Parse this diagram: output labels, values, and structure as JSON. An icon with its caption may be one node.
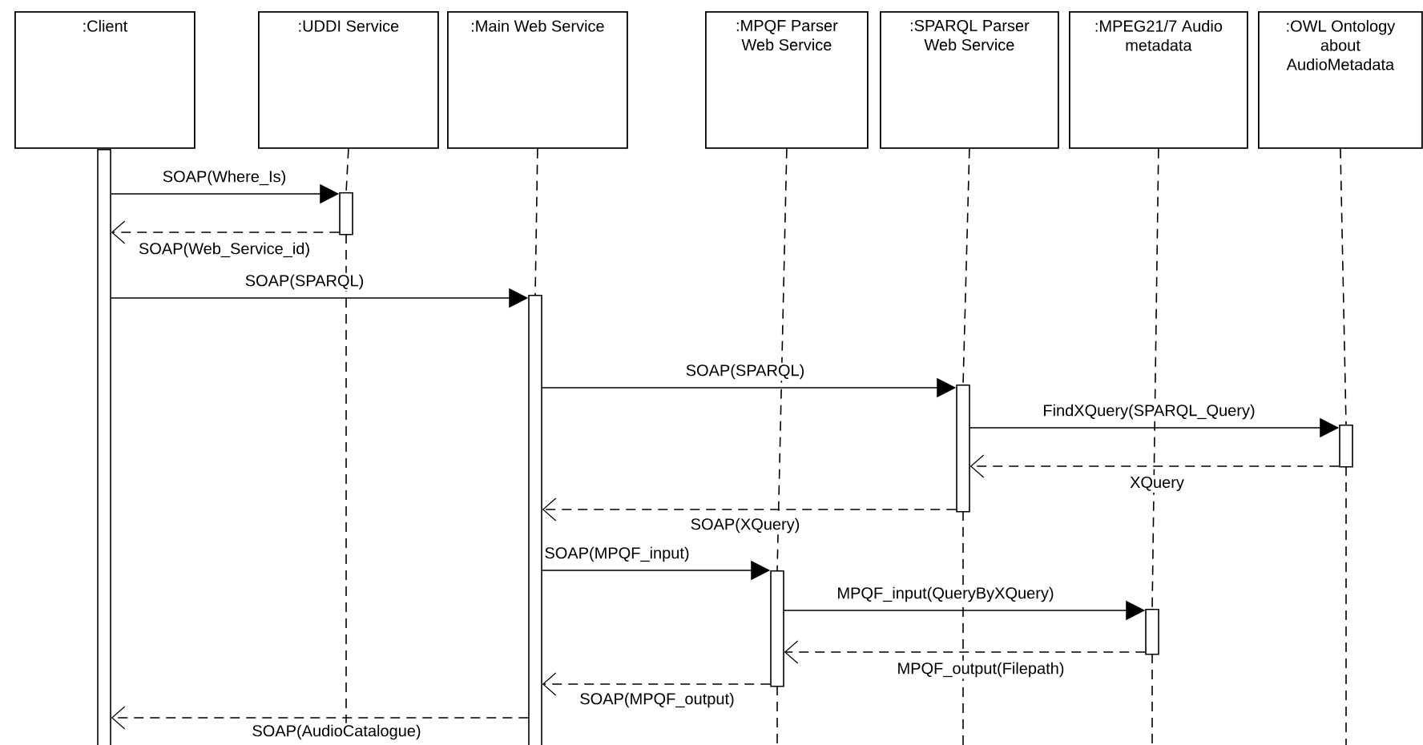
{
  "diagram": {
    "nodes": [
      {
        "text": [
          ":Client"
        ]
      },
      {
        "text": [
          ":UDDI Service"
        ]
      },
      {
        "text": [
          ":Main Web Service"
        ]
      },
      {
        "text": [
          ":MPQF Parser Web Service"
        ]
      },
      {
        "text": [
          ":SPARQL Parser Web Service"
        ]
      },
      {
        "text": [
          ":MPEG21/7 Audio metadata"
        ]
      },
      {
        "text": [
          ":OWL Ontology about AudioMetadata"
        ]
      },
      {
        "text": [],
        "shape": "bar"
      },
      {
        "text": [],
        "shape": "bar"
      },
      {
        "text": [],
        "shape": "bar"
      },
      {
        "text": [],
        "shape": "bar"
      },
      {
        "text": [],
        "shape": "bar"
      },
      {
        "text": [],
        "shape": "bar"
      },
      {
        "text": [],
        "shape": "bar"
      }
    ],
    "edges": [
      {
        "from": 7,
        "to": 8,
        "arrow": "to",
        "label": "SOAP(Where_Is)"
      },
      {
        "from": 8,
        "to": 7,
        "arrow": "to",
        "style": "dashed",
        "label": "SOAP(Web_Service_id)"
      },
      {
        "from": 7,
        "to": 9,
        "arrow": "to",
        "label": "SOAP(SPARQL)"
      },
      {
        "from": 9,
        "to": 11,
        "arrow": "to",
        "label": "SOAP(SPARQL)"
      },
      {
        "from": 11,
        "to": 13,
        "arrow": "to",
        "label": "FindXQuery(SPARQL_Query)"
      },
      {
        "from": 13,
        "to": 11,
        "arrow": "to",
        "style": "dashed",
        "label": "XQuery"
      },
      {
        "from": 11,
        "to": 9,
        "arrow": "to",
        "style": "dashed",
        "label": "SOAP(XQuery)"
      },
      {
        "from": 9,
        "to": 10,
        "arrow": "to",
        "label": "SOAP(MPQF_input)"
      },
      {
        "from": 10,
        "to": 12,
        "arrow": "to",
        "label": "MPQF_input(QueryByXQuery)"
      },
      {
        "from": 12,
        "to": 10,
        "arrow": "to",
        "style": "dashed",
        "label": "MPQF_output(Filepath)"
      },
      {
        "from": 10,
        "to": 9,
        "arrow": "to",
        "style": "dashed",
        "label": "SOAP(MPQF_output)"
      },
      {
        "from": 9,
        "to": 7,
        "arrow": "to",
        "style": "dashed",
        "label": "SOAP(AudioCatalogue)"
      },
      {
        "from": 1,
        "to": 8,
        "arrow": "none",
        "style": "dashed"
      },
      {
        "from": 2,
        "to": 9,
        "arrow": "none",
        "style": "dashed"
      },
      {
        "from": 3,
        "to": 10,
        "arrow": "none",
        "style": "dashed"
      },
      {
        "from": 4,
        "to": 11,
        "arrow": "none",
        "style": "dashed"
      },
      {
        "from": 5,
        "to": 12,
        "arrow": "none",
        "style": "dashed"
      },
      {
        "from": 6,
        "to": 13,
        "arrow": "none",
        "style": "dashed"
      }
    ]
  }
}
